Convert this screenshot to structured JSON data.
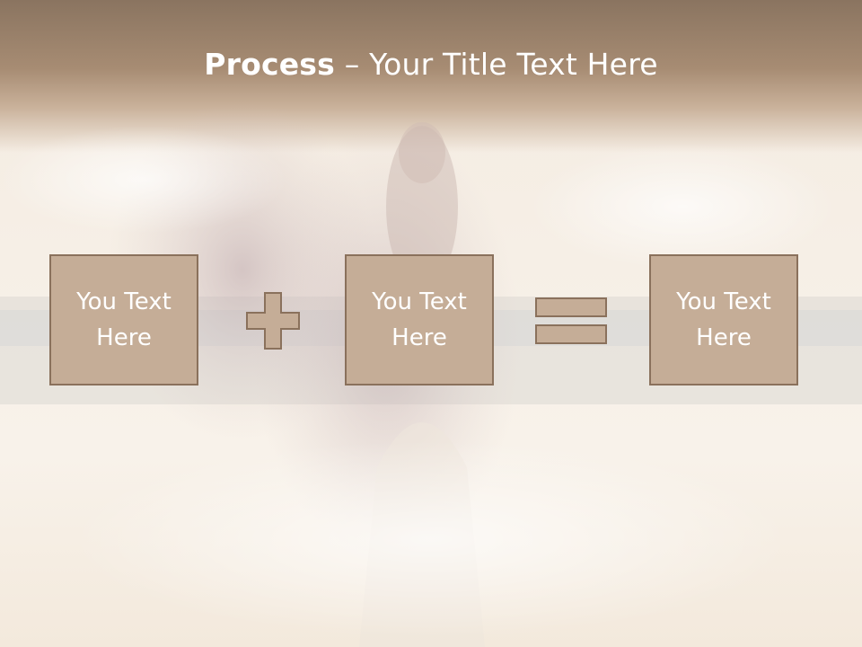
{
  "title": {
    "bold": "Process",
    "separator": " – ",
    "rest": "Your Title Text Here"
  },
  "boxes": [
    {
      "text": "You Text Here"
    },
    {
      "text": "You Text Here"
    },
    {
      "text": "You Text Here"
    }
  ],
  "operators": [
    {
      "icon": "plus-icon"
    },
    {
      "icon": "equals-icon"
    }
  ],
  "colors": {
    "box_fill": "#c5ad97",
    "box_border": "#8a715c",
    "header_band": "#8a7460",
    "title_text": "#ffffff"
  }
}
